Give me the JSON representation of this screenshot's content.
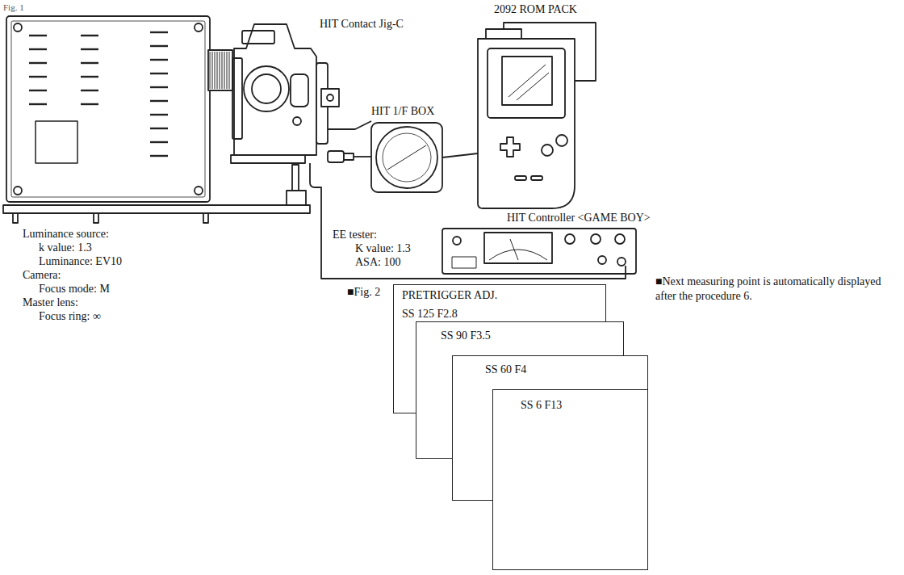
{
  "diagram": {
    "nodes": [
      {
        "text": [
          "PRETRIGGER ADJ.",
          "SS 125 F2.8"
        ]
      },
      {
        "text": [
          "SS 90 F3.5"
        ]
      },
      {
        "text": [
          "SS 60 F4"
        ]
      },
      {
        "text": [
          "SS 6 F13"
        ]
      }
    ],
    "labels": [
      "Fig. 1",
      "Luminance source:",
      "k value: 1.3",
      "Luminance: EV10",
      "Camera:",
      "Focus mode: M",
      "Master lens:",
      "Focus ring: ∞",
      "HIT Contact Jig-C",
      "HIT 1/F BOX",
      "2092 ROM PACK",
      "HIT Controller <GAME BOY>",
      "EE tester:",
      "K value: 1.3",
      "ASA: 100",
      "■Fig. 2",
      "■Next measuring point is automatically displayed after the procedure 6."
    ]
  }
}
